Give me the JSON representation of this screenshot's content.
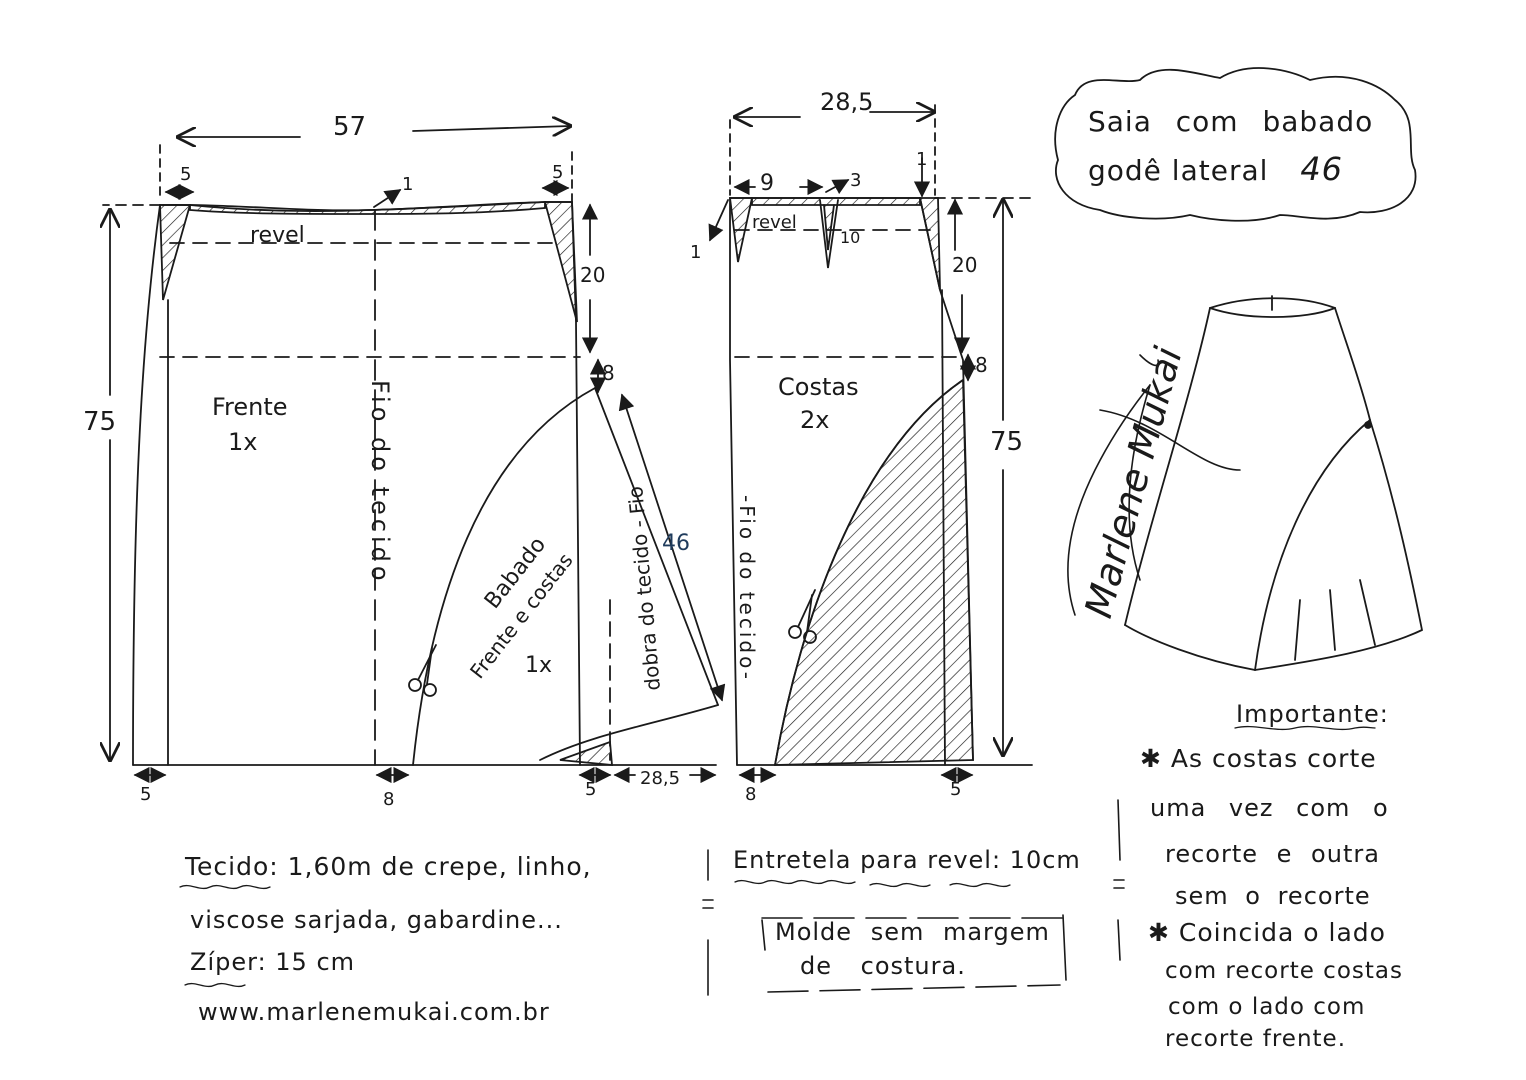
{
  "title": {
    "line1": "Saia com babado",
    "line2": "godê lateral",
    "size": "46"
  },
  "front": {
    "width_label": "57",
    "dart_left": "5",
    "dart_right": "5",
    "center_mark": "1",
    "revel": "revel",
    "height_label": "75",
    "hip_label": "20",
    "drop_label": "8",
    "piece_name": "Frente",
    "piece_count": "1x",
    "grain": "Fio do tecido",
    "bottom_left": "5",
    "bottom_center": "8",
    "bottom_right": "5"
  },
  "ruffle": {
    "name": "Babado",
    "sub": "Frente e costas",
    "count": "1x",
    "length_label": "46",
    "grain": "dobra do tecido - Fio",
    "bottom_width": "28,5"
  },
  "back": {
    "width_label": "28,5",
    "top_left": "9",
    "dart_width": "3",
    "side_mark": "1",
    "left_mark": "1",
    "dart_depth": "10",
    "revel": "revel",
    "hip_label": "20",
    "drop_label": "8",
    "height_label": "75",
    "piece_name": "Costas",
    "piece_count": "2x",
    "grain": "-Fio do tecido-",
    "bottom_left": "8",
    "bottom_right": "5"
  },
  "notes": {
    "fabric_label": "Tecido",
    "fabric_text": ": 1,60m de crepe, linho,",
    "fabric_text2": "viscose sarjada, gabardine...",
    "zipper_label": "Zíper",
    "zipper_text": ": 15 cm",
    "website": "www.marlenemukai.com.br",
    "interfacing_label": "Entretela para revel",
    "interfacing_text": ": 10cm",
    "no_margin_1": "Molde sem margem",
    "no_margin_2": "de costura."
  },
  "important": {
    "heading": "Importante:",
    "item1_line1": "As costas corte",
    "item1_line2": "uma vez com o",
    "item1_line3": "recorte e outra",
    "item1_line4": "sem o recorte",
    "item2_line1": "Coincida o lado",
    "item2_line2": "com recorte costas",
    "item2_line3": "com o lado com",
    "item2_line4": "recorte frente."
  },
  "signature": "Marlene Mukai",
  "colors": {
    "ink": "#1a1a1a",
    "paper": "#ffffff"
  }
}
